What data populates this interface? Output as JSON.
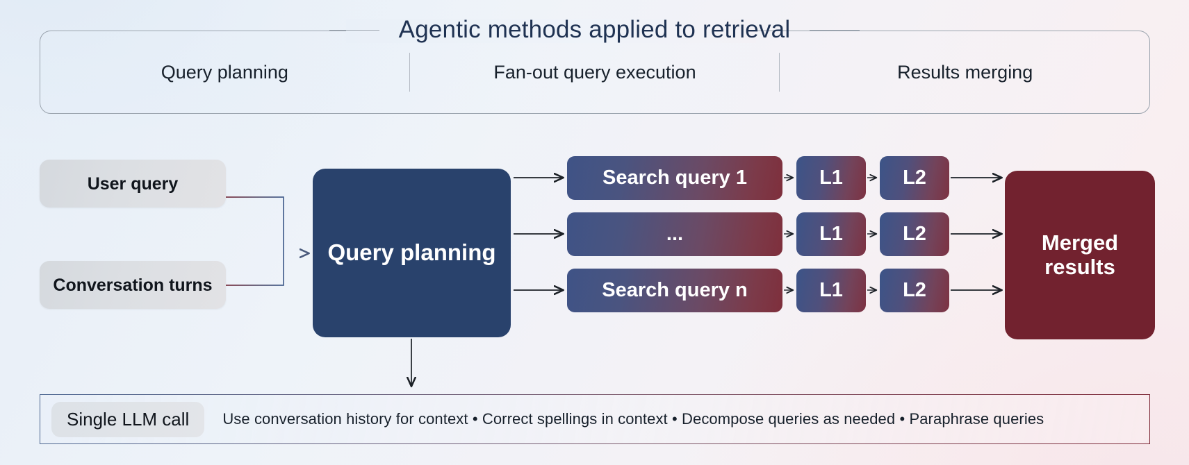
{
  "header": {
    "title": "Agentic methods applied to retrieval",
    "columns": [
      {
        "label": "Query planning"
      },
      {
        "label": "Fan-out query execution"
      },
      {
        "label": "Results merging"
      }
    ]
  },
  "flow": {
    "inputs": [
      {
        "label": "User query"
      },
      {
        "label": "Conversation turns"
      }
    ],
    "planner": {
      "label": "Query planning"
    },
    "rows": [
      {
        "query": "Search query 1",
        "stage1": "L1",
        "stage2": "L2"
      },
      {
        "query": "...",
        "stage1": "L1",
        "stage2": "L2"
      },
      {
        "query": "Search query n",
        "stage1": "L1",
        "stage2": "L2"
      }
    ],
    "output": {
      "label": "Merged results"
    }
  },
  "footer": {
    "pill_label": "Single LLM call",
    "bullets": "Use conversation history for context  •  Correct spellings in context  •  Decompose queries as needed  •  Paraphrase queries"
  },
  "colors": {
    "navy": "#29426c",
    "maroon": "#72222f",
    "grad_start": "#3f5386",
    "grad_end": "#7e2f3c",
    "grey_node": "#dcdfe3",
    "title_text": "#1f3252",
    "arrow": "#1b2026"
  }
}
